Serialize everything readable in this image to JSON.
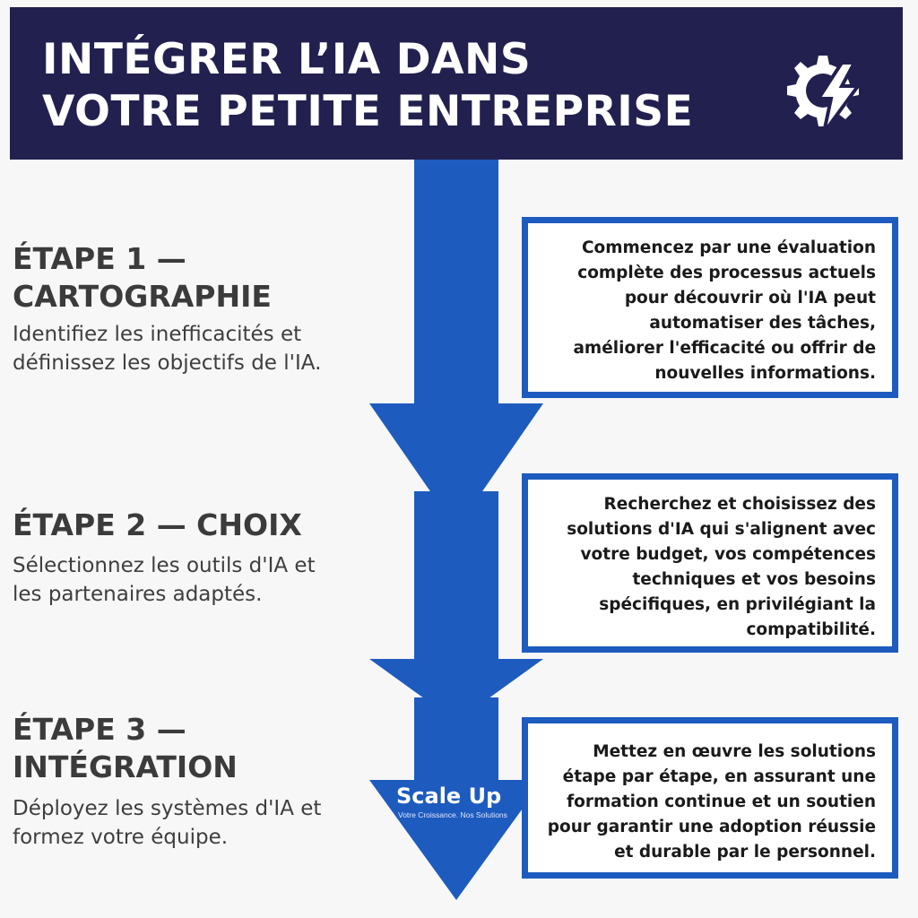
{
  "header": {
    "title_line1": "INTÉGRER L’IA DANS",
    "title_line2": "VOTRE PETITE ENTREPRISE",
    "icon": "gear-lightning-icon"
  },
  "steps": [
    {
      "title_line1": "ÉTAPE 1 —",
      "title_line2": "CARTOGRAPHIE",
      "desc_line1": "Identifiez les inefficacités et",
      "desc_line2": "définissez les objectifs de l'IA.",
      "box_lines": [
        "Commencez par une évaluation",
        "complète des processus actuels",
        "pour découvrir où l'IA peut",
        "automatiser des tâches,",
        "améliorer l'efficacité ou offrir de",
        "nouvelles informations."
      ]
    },
    {
      "title_line1": "ÉTAPE 2 — CHOIX",
      "title_line2": "",
      "desc_line1": "Sélectionnez les outils d'IA et",
      "desc_line2": "les partenaires adaptés.",
      "box_lines": [
        "Recherchez et choisissez des",
        "solutions d'IA qui s'alignent avec",
        "votre budget, vos compétences",
        "techniques et vos besoins",
        "spécifiques, en privilégiant la",
        "compatibilité."
      ]
    },
    {
      "title_line1": "ÉTAPE 3 —",
      "title_line2": "INTÉGRATION",
      "desc_line1": "Déployez les systèmes d'IA et",
      "desc_line2": "formez votre équipe.",
      "box_lines": [
        "Mettez en œuvre les solutions",
        "étape par étape, en assurant une",
        "formation continue et un soutien",
        "pour garantir une adoption réussie",
        "et durable par le personnel."
      ]
    }
  ],
  "logo": {
    "name": "Scale Up",
    "tagline": "Votre Croissance. Nos Solutions"
  },
  "colors": {
    "header_bg": "#22204f",
    "arrow_blue": "#1d5bbf",
    "box_border": "#1d5bbf"
  }
}
